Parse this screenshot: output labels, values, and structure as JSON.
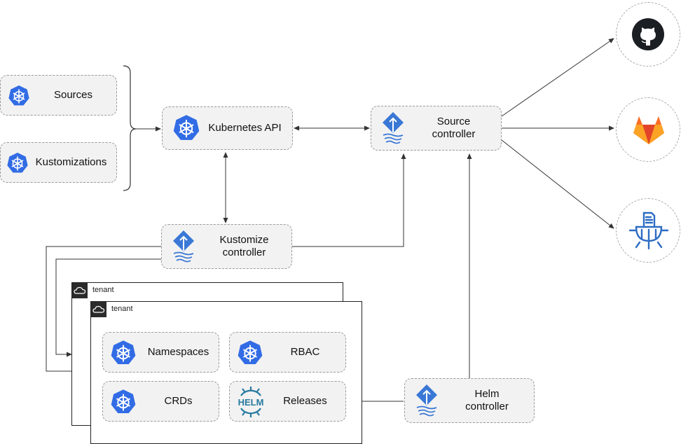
{
  "colors": {
    "k8s_blue": "#326CE5",
    "flux_blue": "#3a78d6",
    "gitlab_orange": "#FC6D26"
  },
  "nodes": {
    "sources": "Sources",
    "kustomizations": "Kustomizations",
    "kubernetes_api": "Kubernetes API",
    "source_controller": [
      "Source",
      "controller"
    ],
    "kustomize_controller": [
      "Kustomize",
      "controller"
    ],
    "helm_controller": [
      "Helm",
      "controller"
    ]
  },
  "tenants": [
    "tenant",
    "tenant"
  ],
  "tenant_resources": {
    "namespaces": "Namespaces",
    "rbac": "RBAC",
    "crds": "CRDs",
    "releases": "Releases",
    "helm_logo_text": "HELM"
  },
  "external_sources": [
    "github-icon",
    "gitlab-icon",
    "helm-repository-icon"
  ]
}
